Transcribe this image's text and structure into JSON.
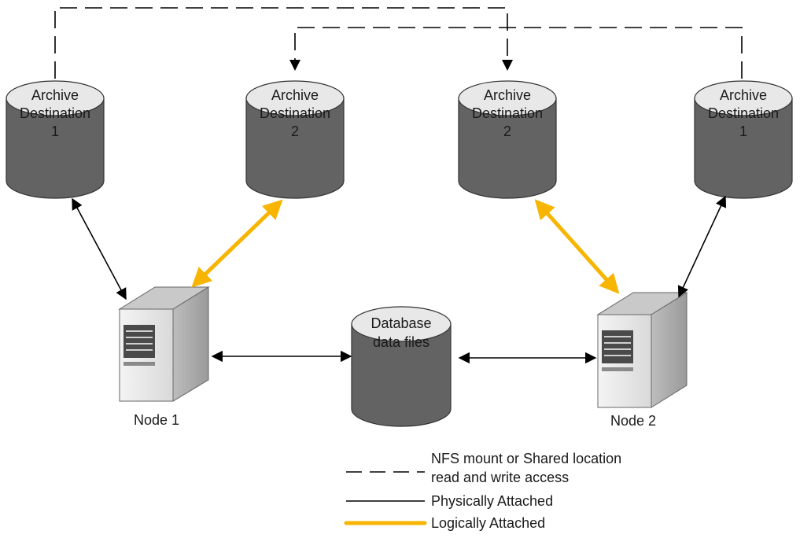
{
  "disks": {
    "n1_dest1": {
      "line1": "Archive",
      "line2": "Destination",
      "line3": "1"
    },
    "n1_dest2": {
      "line1": "Archive",
      "line2": "Destination",
      "line3": "2"
    },
    "n2_dest2": {
      "line1": "Archive",
      "line2": "Destination",
      "line3": "2"
    },
    "n2_dest1": {
      "line1": "Archive",
      "line2": "Destination",
      "line3": "1"
    },
    "database": {
      "line1": "Database",
      "line2": "data files"
    }
  },
  "nodes": {
    "node1": {
      "label": "Node 1"
    },
    "node2": {
      "label": "Node 2"
    }
  },
  "legend": {
    "nfs_line1": "NFS mount or Shared location",
    "nfs_line2": "read and write access",
    "physical": "Physically Attached",
    "logical": "Logically Attached"
  },
  "colors": {
    "disk_body": "#636363",
    "disk_top": "#e8e8e8",
    "logical": "#f7b500",
    "physical": "#000000"
  }
}
